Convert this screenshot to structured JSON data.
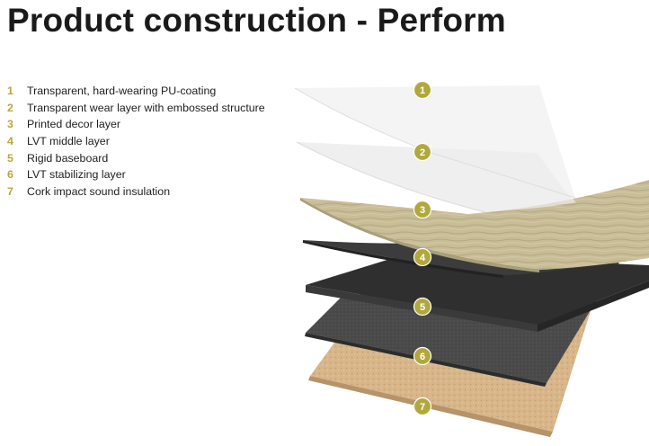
{
  "title": "Product construction - Perform",
  "colors": {
    "accent": "#b1a83c",
    "title": "#1a1a1a"
  },
  "layers": [
    {
      "number": "1",
      "label": "Transparent, hard-wearing PU-coating"
    },
    {
      "number": "2",
      "label": "Transparent wear layer with embossed structure"
    },
    {
      "number": "3",
      "label": "Printed decor layer"
    },
    {
      "number": "4",
      "label": "LVT middle layer"
    },
    {
      "number": "5",
      "label": "Rigid baseboard"
    },
    {
      "number": "6",
      "label": "LVT stabilizing layer"
    },
    {
      "number": "7",
      "label": "Cork impact sound insulation"
    }
  ]
}
